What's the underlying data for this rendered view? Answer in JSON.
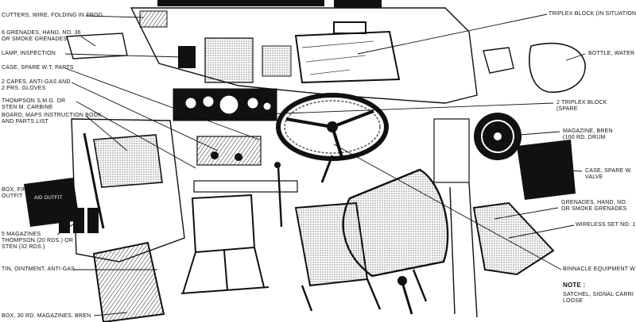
{
  "labels": {
    "cutters": "CUTTERS, WIRE, FOLDING IN FROG",
    "grenades_left": "6 GRENADES, HAND, No. 36\nOR SMOKE GRENADES",
    "lamp": "LAMP, INSPECTION",
    "case_wt_parts": "CASE, SPARE W.T. PARTS",
    "capes": "2 CAPES, ANTI-GAS AND\n2 PRS. GLOVES",
    "thompson": "THOMPSON S.M.G. OR\nSTEN M. CARBINE",
    "board_maps": "BOARD, MAPS INSTRUCTION BOOK\nAND PARTS LIST",
    "first_aid": "BOX, FIRST-AID\nOUTFIT",
    "magazines": "5 MAGAZINES\nTHOMPSON (20 RDS.) OR\nSTEN (32 RDS.)",
    "tin_ointment": "TIN, OINTMENT, ANTI-GAS",
    "box_bren": "BOX, 30 RD. MAGAZINES, BREN",
    "triplex_situation": "TRIPLEX BLOCK (IN SITUATION)",
    "bottle_water": "BOTTLE, WATER",
    "triplex_spare": "2 TRIPLEX BLOCK\n(SPARE",
    "magazine_bren": "MAGAZINE, BREN\n(100 RD. DRUM",
    "case_spare_valves": "CASE, SPARE W.\nVALVE",
    "grenades_right": "GRENADES, HAND, No.\nOR SMOKE GRENADES",
    "wireless": "WIRELESS SET No. 1",
    "binnacle": "BINNACLE EQUIPMENT W",
    "note_heading": "NOTE :",
    "note_text": "SATCHEL, SIGNAL CARRI\nLOOSE",
    "box_outfit_stencil": "AID OUTFIT"
  }
}
